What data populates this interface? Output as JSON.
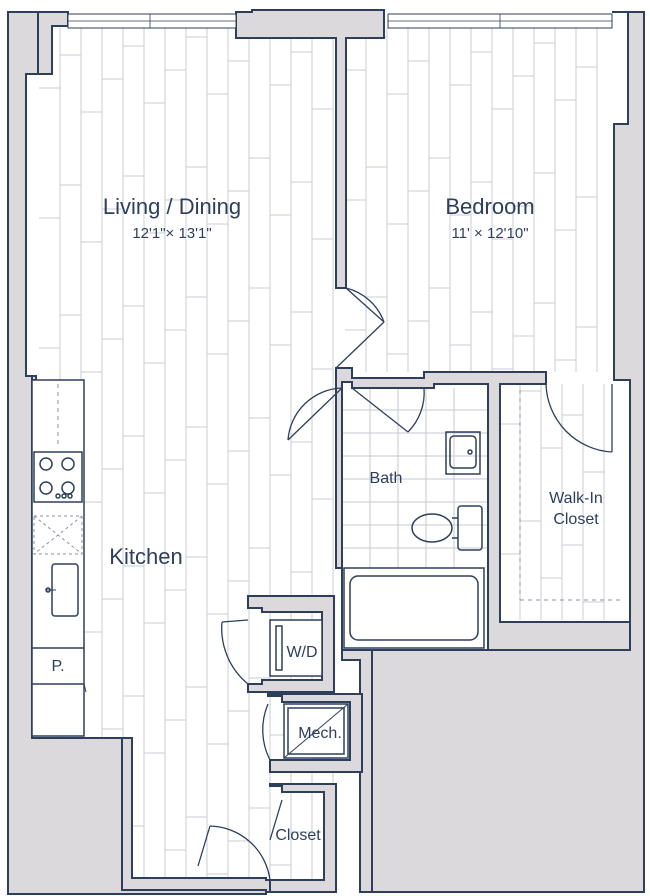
{
  "rooms": {
    "living": {
      "name": "Living / Dining",
      "dims": "12'1\"× 13'1\""
    },
    "bedroom": {
      "name": "Bedroom",
      "dims": "11' × 12'10\""
    },
    "bath": {
      "name": "Bath"
    },
    "walkin": {
      "name_line1": "Walk-In",
      "name_line2": "Closet"
    },
    "kitchen": {
      "name": "Kitchen"
    },
    "wd": {
      "name": "W/D"
    },
    "mech": {
      "name": "Mech."
    },
    "closet": {
      "name": "Closet"
    },
    "pantry": {
      "name": "P."
    }
  },
  "colors": {
    "wall_fill": "#dcd9dc",
    "line": "#2e3f5c",
    "floor_line": "#c8cdd6"
  },
  "icons": [
    "cooktop-icon",
    "sink-icon",
    "toilet-icon",
    "bathtub-icon",
    "door-swing-icon",
    "window-icon"
  ]
}
